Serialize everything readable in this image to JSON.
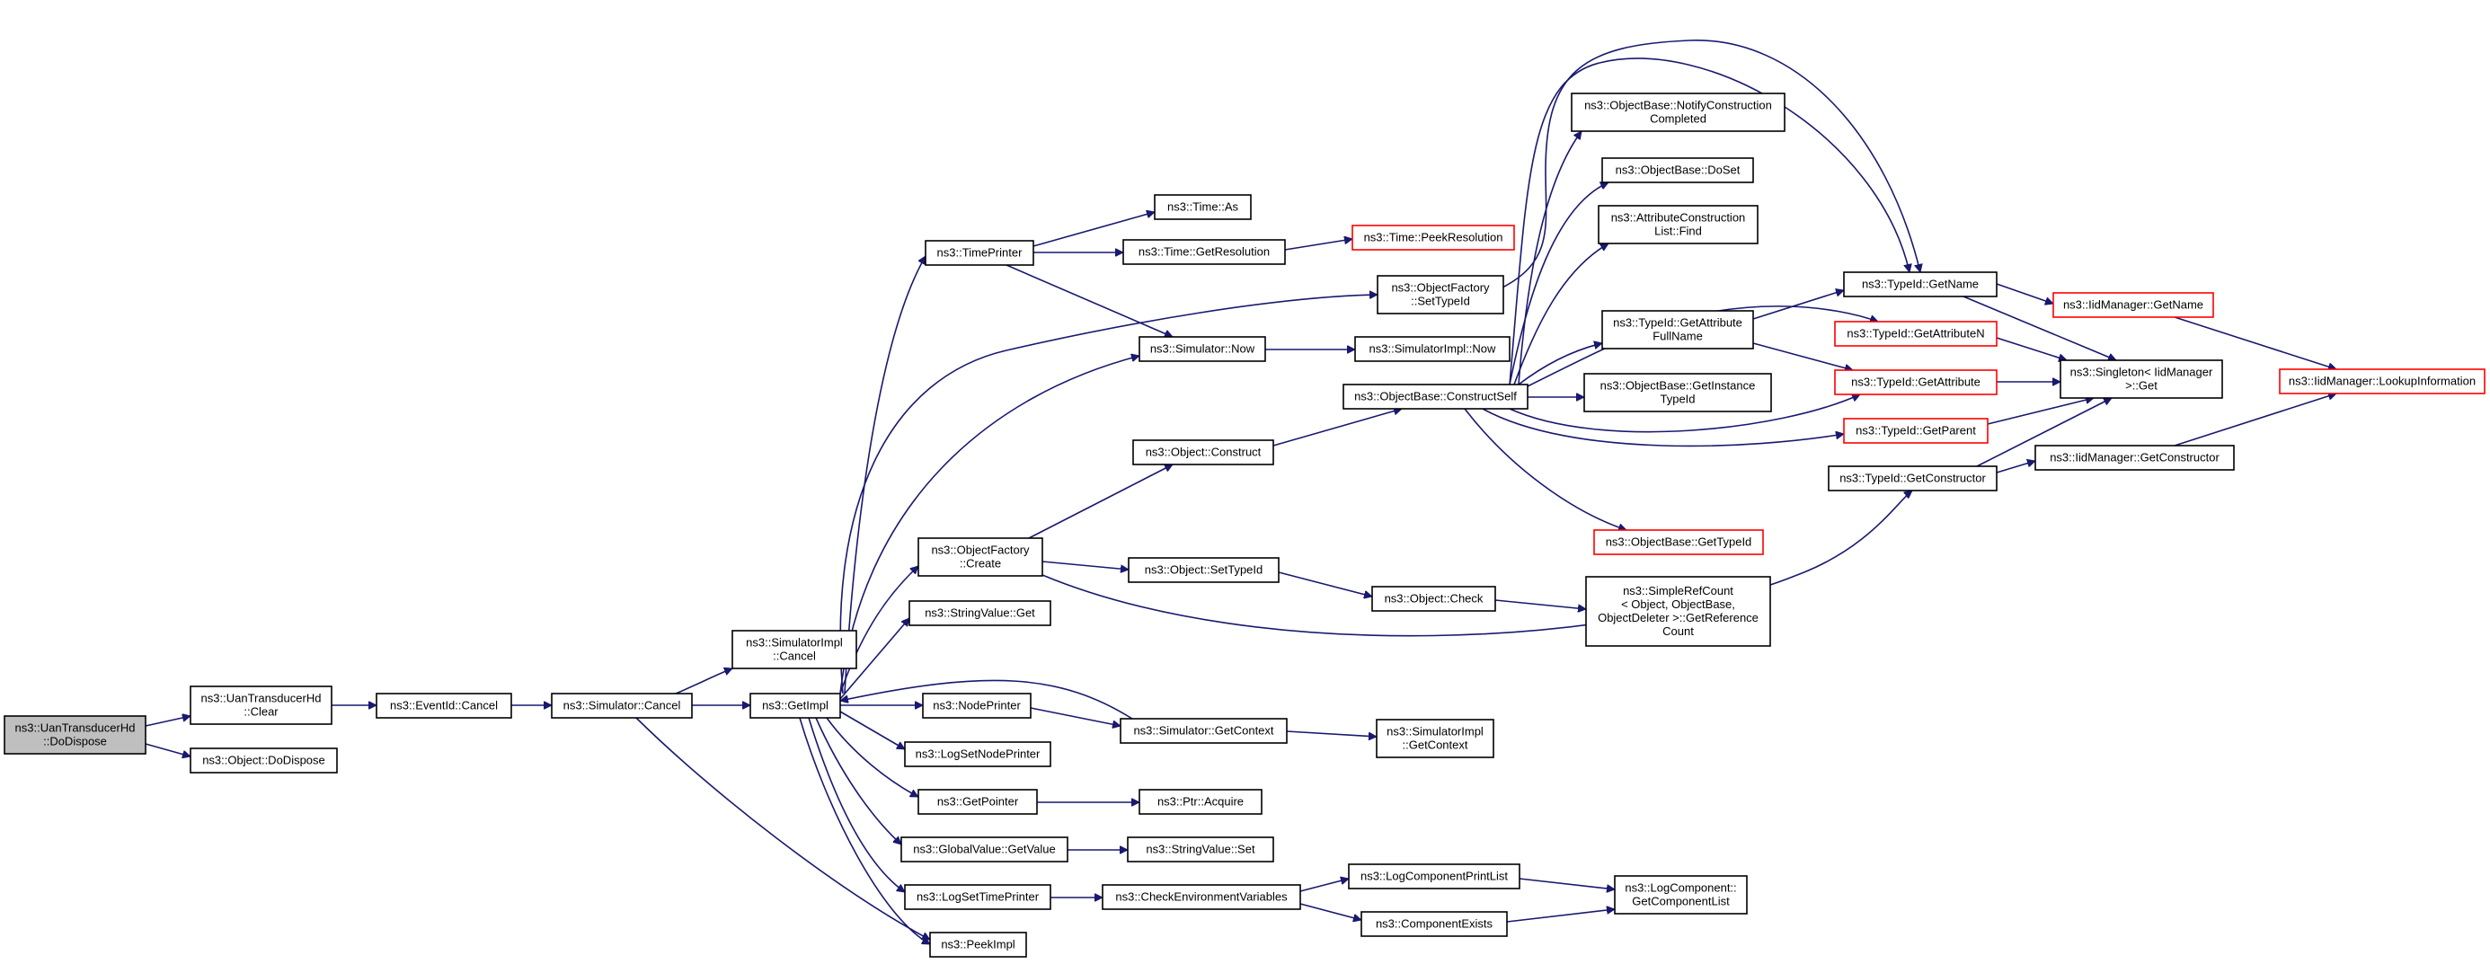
{
  "colors": {
    "edge": "#191970",
    "root_fill": "#bfbfbf",
    "external_border": "#ff0000",
    "box_border": "#000000"
  },
  "nodes": [
    {
      "id": "dispose",
      "lines": [
        "ns3::UanTransducerHd",
        "::DoDispose"
      ],
      "style": "root"
    },
    {
      "id": "clear",
      "lines": [
        "ns3::UanTransducerHd",
        "::Clear"
      ]
    },
    {
      "id": "objdispose",
      "lines": [
        "ns3::Object::DoDispose"
      ]
    },
    {
      "id": "evcancel",
      "lines": [
        "ns3::EventId::Cancel"
      ]
    },
    {
      "id": "simcancel",
      "lines": [
        "ns3::Simulator::Cancel"
      ]
    },
    {
      "id": "implcancel",
      "lines": [
        "ns3::SimulatorImpl",
        "::Cancel"
      ]
    },
    {
      "id": "getimpl",
      "lines": [
        "ns3::GetImpl"
      ]
    },
    {
      "id": "peekimpl",
      "lines": [
        "ns3::PeekImpl"
      ]
    },
    {
      "id": "timeprinter",
      "lines": [
        "ns3::TimePrinter"
      ]
    },
    {
      "id": "timeas",
      "lines": [
        "ns3::Time::As"
      ]
    },
    {
      "id": "getres",
      "lines": [
        "ns3::Time::GetResolution"
      ]
    },
    {
      "id": "peekres",
      "lines": [
        "ns3::Time::PeekResolution"
      ],
      "style": "red"
    },
    {
      "id": "simnow",
      "lines": [
        "ns3::Simulator::Now"
      ]
    },
    {
      "id": "implnow",
      "lines": [
        "ns3::SimulatorImpl::Now"
      ]
    },
    {
      "id": "ofsettid",
      "lines": [
        "ns3::ObjectFactory",
        "::SetTypeId"
      ]
    },
    {
      "id": "ofcreate",
      "lines": [
        "ns3::ObjectFactory",
        "::Create"
      ]
    },
    {
      "id": "objconstruct",
      "lines": [
        "ns3::Object::Construct"
      ]
    },
    {
      "id": "constructself",
      "lines": [
        "ns3::ObjectBase::ConstructSelf"
      ]
    },
    {
      "id": "objsettid",
      "lines": [
        "ns3::Object::SetTypeId"
      ]
    },
    {
      "id": "objcheck",
      "lines": [
        "ns3::Object::Check"
      ]
    },
    {
      "id": "srefcount",
      "lines": [
        "ns3::SimpleRefCount",
        "< Object, ObjectBase,",
        "ObjectDeleter >::GetReference",
        "Count"
      ]
    },
    {
      "id": "strget",
      "lines": [
        "ns3::StringValue::Get"
      ]
    },
    {
      "id": "nodeprinter",
      "lines": [
        "ns3::NodePrinter"
      ]
    },
    {
      "id": "simgetctx",
      "lines": [
        "ns3::Simulator::GetContext"
      ]
    },
    {
      "id": "implgetctx",
      "lines": [
        "ns3::SimulatorImpl",
        "::GetContext"
      ]
    },
    {
      "id": "logsetnode",
      "lines": [
        "ns3::LogSetNodePrinter"
      ]
    },
    {
      "id": "getpointer",
      "lines": [
        "ns3::GetPointer"
      ]
    },
    {
      "id": "ptracquire",
      "lines": [
        "ns3::Ptr::Acquire"
      ]
    },
    {
      "id": "gvgetvalue",
      "lines": [
        "ns3::GlobalValue::GetValue"
      ]
    },
    {
      "id": "strset",
      "lines": [
        "ns3::StringValue::Set"
      ]
    },
    {
      "id": "logsettime",
      "lines": [
        "ns3::LogSetTimePrinter"
      ]
    },
    {
      "id": "checkenv",
      "lines": [
        "ns3::CheckEnvironmentVariables"
      ]
    },
    {
      "id": "logcompprint",
      "lines": [
        "ns3::LogComponentPrintList"
      ]
    },
    {
      "id": "compexists",
      "lines": [
        "ns3::ComponentExists"
      ]
    },
    {
      "id": "getcomplist",
      "lines": [
        "ns3::LogComponent::",
        "GetComponentList"
      ]
    },
    {
      "id": "notifyconst",
      "lines": [
        "ns3::ObjectBase::NotifyConstruction",
        "Completed"
      ]
    },
    {
      "id": "doset",
      "lines": [
        "ns3::ObjectBase::DoSet"
      ]
    },
    {
      "id": "attrfind",
      "lines": [
        "ns3::AttributeConstruction",
        "List::Find"
      ]
    },
    {
      "id": "getattrfull",
      "lines": [
        "ns3::TypeId::GetAttribute",
        "FullName"
      ]
    },
    {
      "id": "getinsttid",
      "lines": [
        "ns3::ObjectBase::GetInstance",
        "TypeId"
      ]
    },
    {
      "id": "obgettid",
      "lines": [
        "ns3::ObjectBase::GetTypeId"
      ],
      "style": "red"
    },
    {
      "id": "tidgetname",
      "lines": [
        "ns3::TypeId::GetName"
      ]
    },
    {
      "id": "tidgetattrn",
      "lines": [
        "ns3::TypeId::GetAttributeN"
      ],
      "style": "red"
    },
    {
      "id": "tidgetattr",
      "lines": [
        "ns3::TypeId::GetAttribute"
      ],
      "style": "red"
    },
    {
      "id": "tidgetparent",
      "lines": [
        "ns3::TypeId::GetParent"
      ],
      "style": "red"
    },
    {
      "id": "tidgetctor",
      "lines": [
        "ns3::TypeId::GetConstructor"
      ]
    },
    {
      "id": "singleton",
      "lines": [
        "ns3::Singleton< IidManager",
        ">::Get"
      ]
    },
    {
      "id": "iidgetname",
      "lines": [
        "ns3::IidManager::GetName"
      ],
      "style": "red"
    },
    {
      "id": "iidgetctor",
      "lines": [
        "ns3::IidManager::GetConstructor"
      ]
    },
    {
      "id": "iidlookup",
      "lines": [
        "ns3::IidManager::LookupInformation"
      ],
      "style": "red"
    }
  ]
}
